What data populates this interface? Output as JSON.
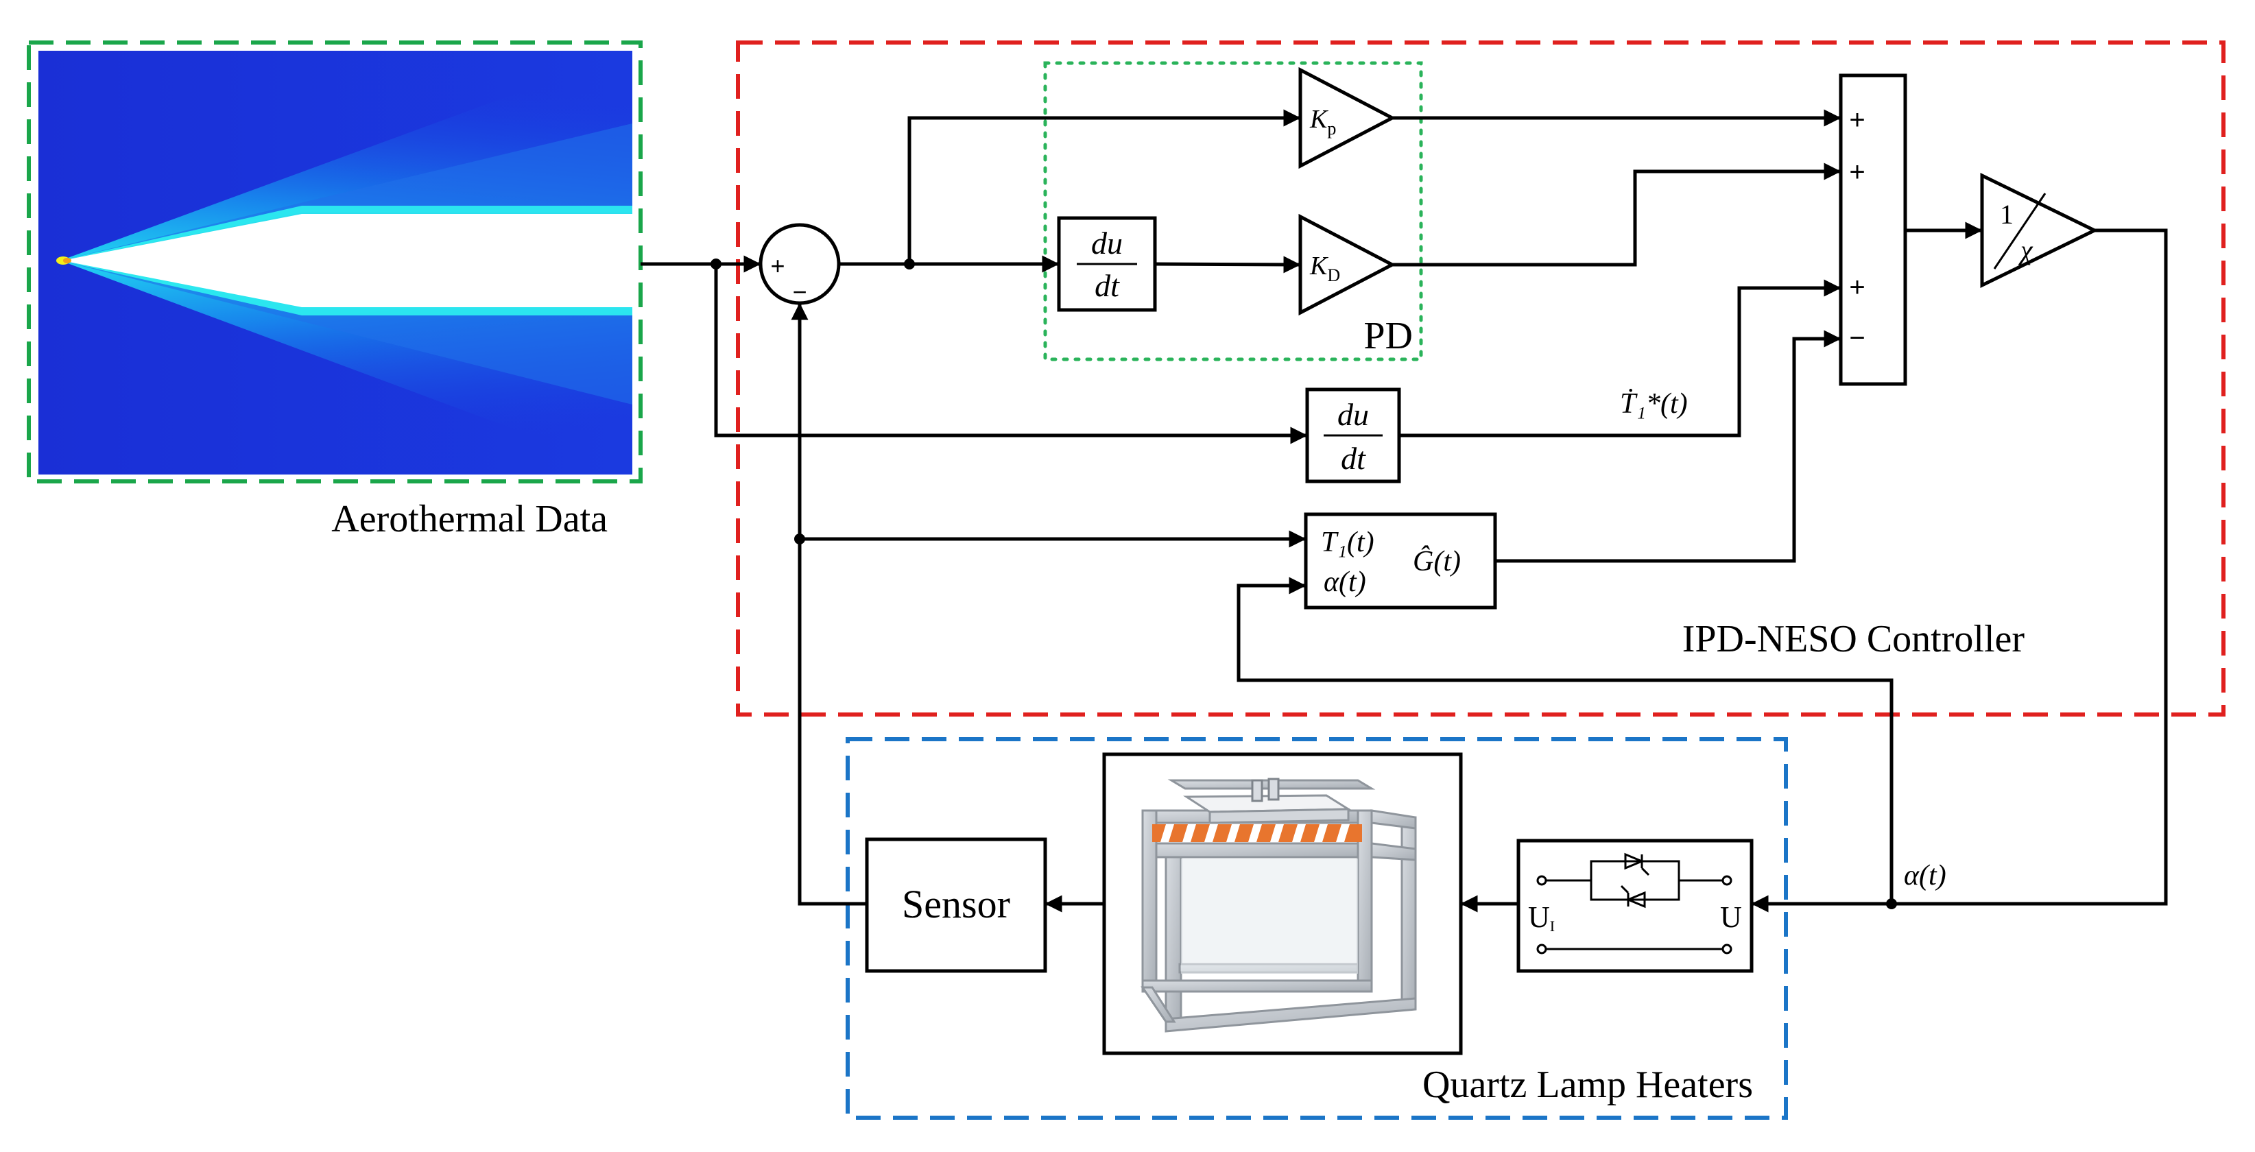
{
  "regions": {
    "aero_label": "Aerothermal Data",
    "controller_label": "IPD-NESO Controller",
    "heater_label": "Quartz Lamp Heaters",
    "pd_label": "PD"
  },
  "blocks": {
    "kp": "K",
    "kp_sub": "p",
    "kd": "K",
    "kd_sub": "D",
    "deriv_num": "du",
    "deriv_den": "dt",
    "deriv2_num": "du",
    "deriv2_den": "dt",
    "gain_num": "1",
    "gain_den": "χ",
    "sensor": "Sensor",
    "neso_in1": "T₁(t)",
    "neso_in2": "α(t)",
    "neso_out": "Ĝ(t)",
    "scr_in": "U",
    "scr_in_sub": "I",
    "scr_out": "U"
  },
  "signs": {
    "sum1_plus": "+",
    "sum1_minus": "−",
    "sum2": [
      "+",
      "+",
      "+",
      "−"
    ]
  },
  "signals": {
    "t1dot": "Ṫ₁*(t)",
    "alpha": "α(t)"
  },
  "colors": {
    "aero_border": "#1aa64a",
    "controller_border": "#e0201e",
    "heater_border": "#1b75c7",
    "pd_border": "#2ab35a",
    "lamp_orange": "#e8752e"
  }
}
